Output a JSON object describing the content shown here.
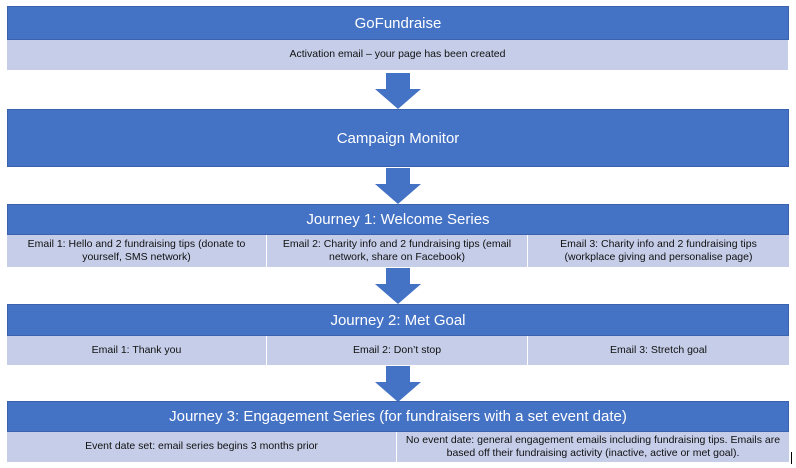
{
  "stage1": {
    "title": "GoFundraise",
    "items": [
      "Activation email – your page has been created"
    ]
  },
  "stage2": {
    "title": "Campaign Monitor"
  },
  "journey1": {
    "title": "Journey 1: Welcome Series",
    "items": [
      "Email 1: Hello and 2 fundraising tips (donate to yourself, SMS network)",
      "Email 2: Charity info and 2 fundraising tips (email network, share on Facebook)",
      "Email 3: Charity info and 2 fundraising tips (workplace giving and personalise page)"
    ]
  },
  "journey2": {
    "title": "Journey 2: Met Goal",
    "items": [
      "Email 1: Thank you",
      "Email 2: Don’t stop",
      "Email 3: Stretch goal"
    ]
  },
  "journey3": {
    "title": "Journey 3: Engagement Series (for fundraisers with a set event date)",
    "items": [
      "Event date set: email series begins 3 months prior",
      "No event date: general engagement emails including fundraising tips. Emails are based off their fundraising activity (inactive, active or met goal)."
    ]
  },
  "colors": {
    "header": "#4472c4",
    "sub": "#c5cde8"
  }
}
